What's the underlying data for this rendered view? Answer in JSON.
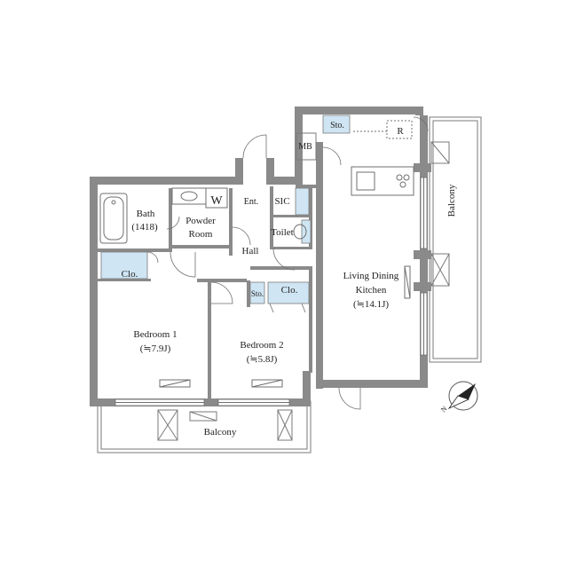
{
  "rooms": {
    "bath": "Bath",
    "bath_size": "(1418)",
    "powder_1": "Powder",
    "powder_2": "Room",
    "washer": "W",
    "entrance": "Ent.",
    "sic": "SIC",
    "toilet": "Toilet",
    "hall": "Hall",
    "mb": "MB",
    "sto_top": "Sto.",
    "refrigerator": "R",
    "sto_bedroom": "Sto.",
    "clo_bedroom1": "Clo.",
    "clo_bedroom2": "Clo.",
    "bedroom1": "Bedroom 1",
    "bedroom1_size": "(≒7.9J)",
    "bedroom2": "Bedroom 2",
    "bedroom2_size": "(≒5.8J)",
    "ldk_1": "Living Dining",
    "ldk_2": "Kitchen",
    "ldk_size": "(≒14.1J)",
    "balcony_bottom": "Balcony",
    "balcony_right": "Balcony"
  },
  "compass": {
    "north_label": "N"
  },
  "colors": {
    "wall": "#8a8a8a",
    "fixture_fill": "#cfe5f3",
    "background": "#ffffff"
  }
}
